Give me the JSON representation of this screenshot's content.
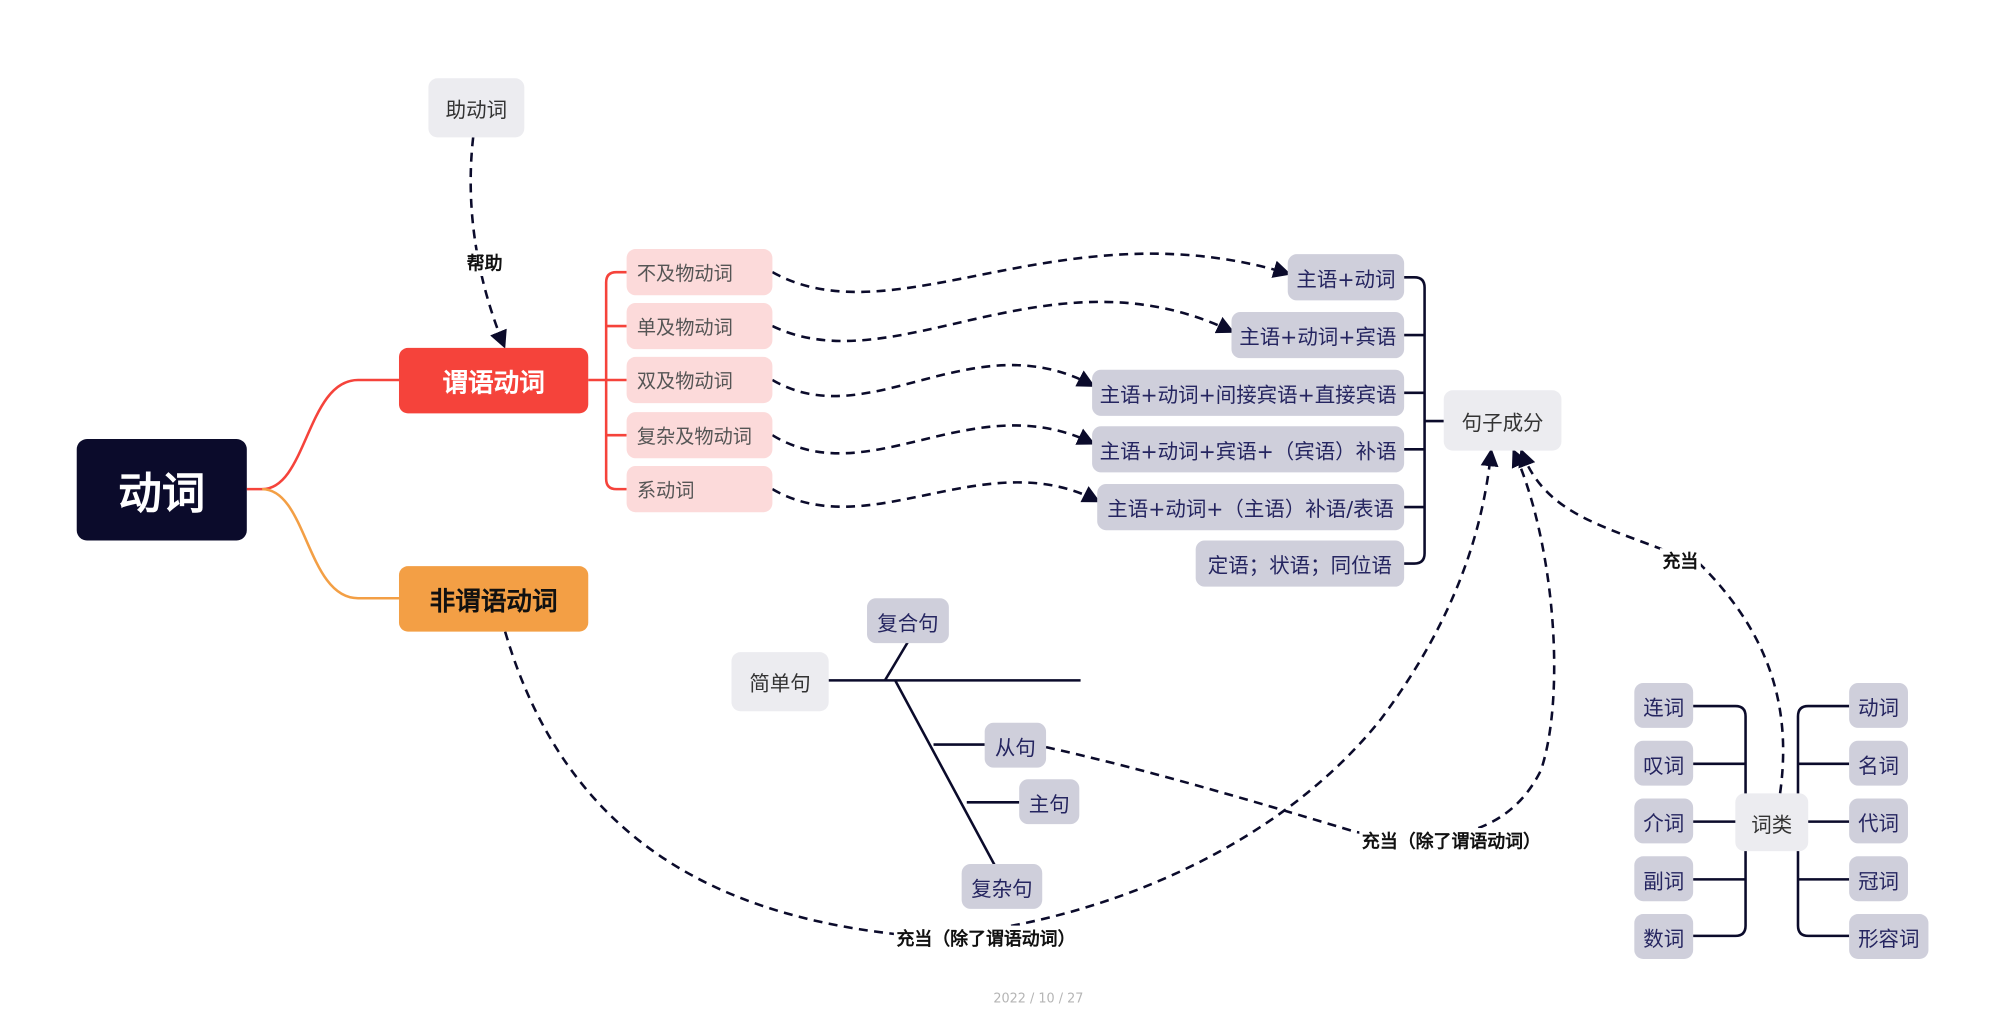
{
  "root": "动词",
  "branches": {
    "predicate": "谓语动词",
    "non_predicate": "非谓语动词",
    "auxiliary": "助动词"
  },
  "predicate_types": [
    "不及物动词",
    "单及物动词",
    "双及物动词",
    "复杂及物动词",
    "系动词"
  ],
  "sentence_patterns": [
    "主语+动词",
    "主语+动词+宾语",
    "主语+动词+间接宾语+直接宾语",
    "主语+动词+宾语+（宾语）补语",
    "主语+动词+（主语）补语/表语",
    "定语；状语；同位语"
  ],
  "sentence_components": "句子成分",
  "sentence_types": {
    "simple": "简单句",
    "compound": "复合句",
    "clause": "从句",
    "main_clause": "主句",
    "complex": "复杂句"
  },
  "word_classes": {
    "title": "词类",
    "left": [
      "连词",
      "叹词",
      "介词",
      "副词",
      "数词"
    ],
    "right": [
      "动词",
      "名词",
      "代词",
      "冠词",
      "形容词"
    ]
  },
  "connector_labels": {
    "help": "帮助",
    "serve_as": "充当",
    "serve_as_except_predicate_1": "充当（除了谓语动词）",
    "serve_as_except_predicate_2": "充当（除了谓语动词）"
  },
  "date": "2022 / 10 / 27",
  "colors": {
    "root": "#0b0b2b",
    "predicate": "#f5433b",
    "non_predicate": "#f39f45",
    "pink_node": "#fcdada",
    "gray_node": "#cfcfdb",
    "light_node": "#ececf0",
    "line_dark": "#0b0b2b"
  }
}
